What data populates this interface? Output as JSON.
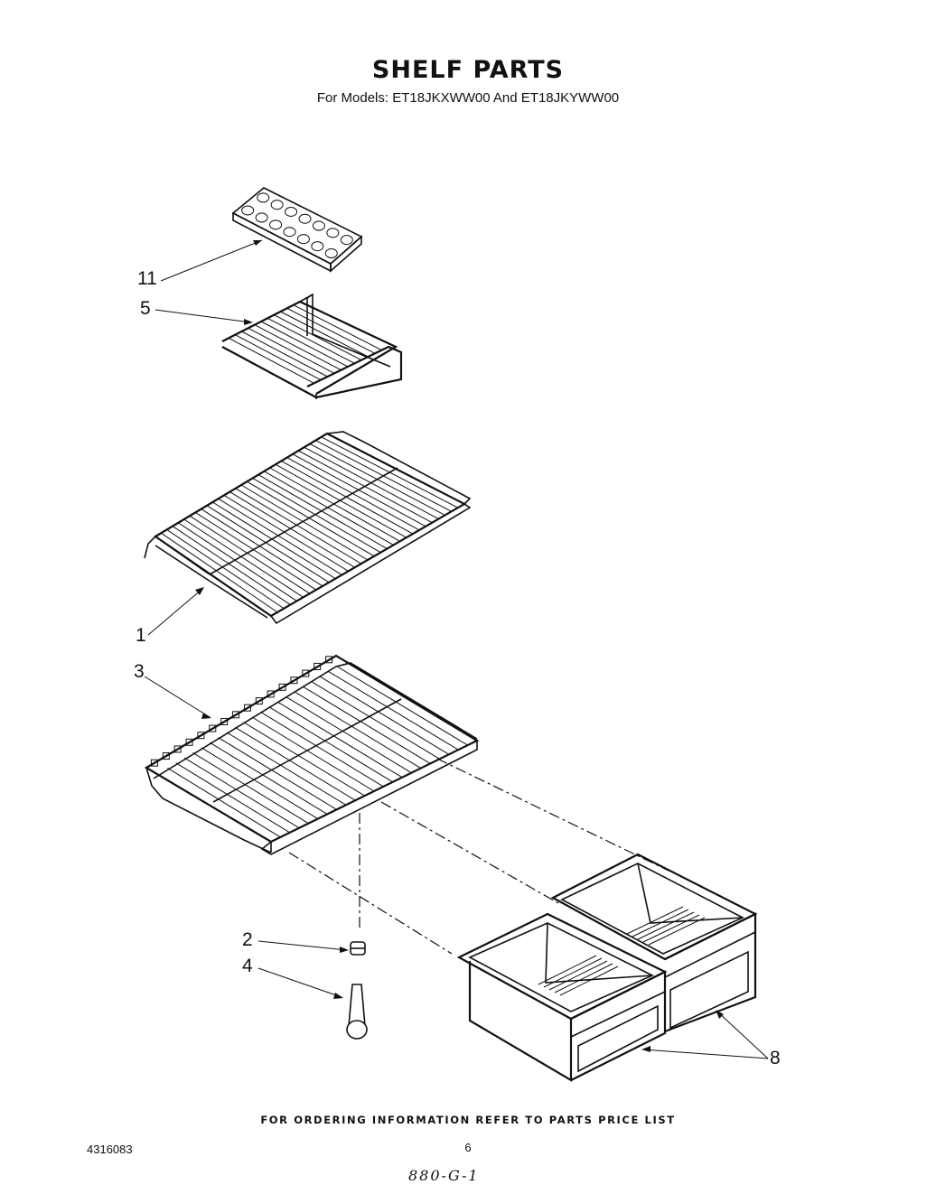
{
  "title": "SHELF PARTS",
  "subtitle": "For Models: ET18JKXWW00 And ET18JKYWW00",
  "callouts": {
    "ice_tray": "11",
    "small_shelf": "5",
    "wire_shelf": "1",
    "glass_shelf": "3",
    "plug": "2",
    "support": "4",
    "crisper": "8"
  },
  "parts": [
    {
      "number": "11",
      "part": "ice-cube-tray"
    },
    {
      "number": "5",
      "part": "small-wire-shelf"
    },
    {
      "number": "1",
      "part": "wire-shelf"
    },
    {
      "number": "3",
      "part": "crisper-cover-shelf"
    },
    {
      "number": "2",
      "part": "plug"
    },
    {
      "number": "4",
      "part": "support"
    },
    {
      "number": "8",
      "part": "crisper-drawers"
    }
  ],
  "footer": {
    "ordering_note": "FOR ORDERING INFORMATION REFER TO PARTS PRICE LIST",
    "document_number": "4316083",
    "page_number": "6",
    "handwritten_code": "880-G-1"
  }
}
